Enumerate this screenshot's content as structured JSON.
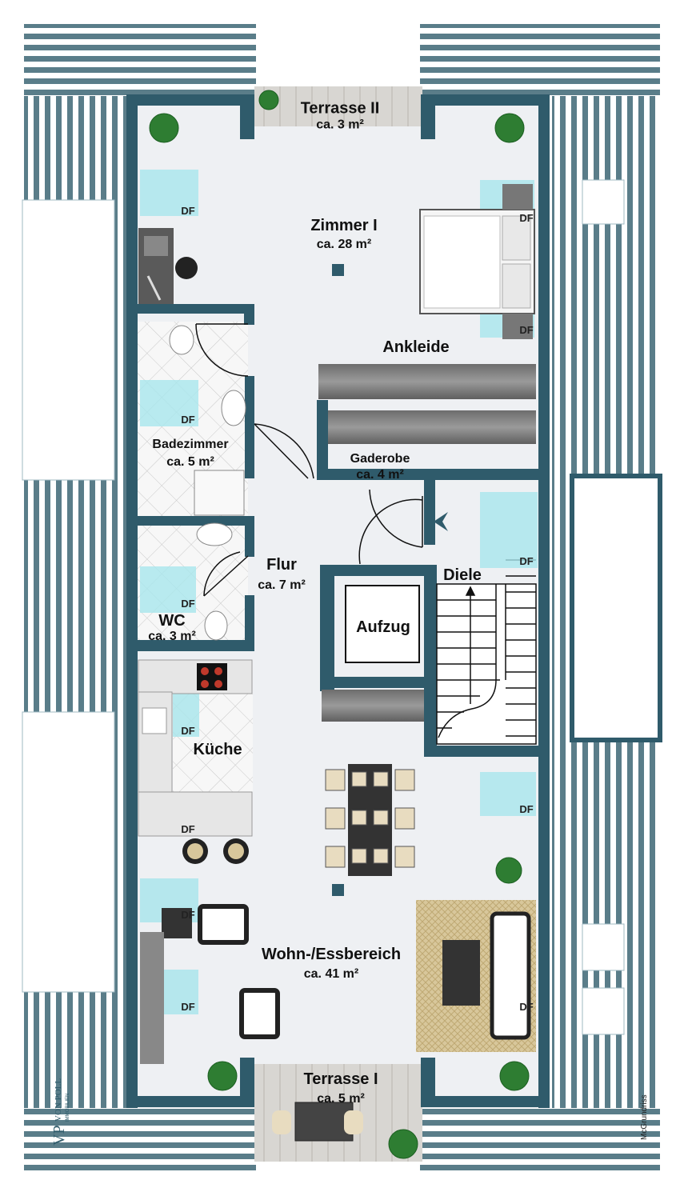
{
  "rooms": {
    "terrasse2": {
      "name": "Terrasse II",
      "area": "ca. 3 m²"
    },
    "zimmer1": {
      "name": "Zimmer I",
      "area": "ca. 28 m²"
    },
    "ankleide": {
      "name": "Ankleide"
    },
    "badezimmer": {
      "name": "Badezimmer",
      "area": "ca. 5 m²"
    },
    "gaderobe": {
      "name": "Gaderobe",
      "area": "ca. 4 m²"
    },
    "flur": {
      "name": "Flur",
      "area": "ca. 7 m²"
    },
    "diele": {
      "name": "Diele"
    },
    "aufzug": {
      "name": "Aufzug"
    },
    "wc": {
      "name": "WC",
      "area": "ca. 3 m²"
    },
    "kueche": {
      "name": "Küche"
    },
    "wohn": {
      "name": "Wohn-/Essbereich",
      "area": "ca. 41 m²"
    },
    "terrasse1": {
      "name": "Terrasse I",
      "area": "ca. 5 m²"
    }
  },
  "skylight_label": "DF",
  "logo": {
    "initials": "VP",
    "brand": "VON POLL",
    "sub": "IMMOBILIEN"
  },
  "credit": "McGrundriss",
  "colors": {
    "wall": "#2f5b6b",
    "floor": "#eef0f3",
    "roof": "#bdd7de",
    "skylight": "#a8e6ec",
    "tile": "#f6f6f6"
  }
}
